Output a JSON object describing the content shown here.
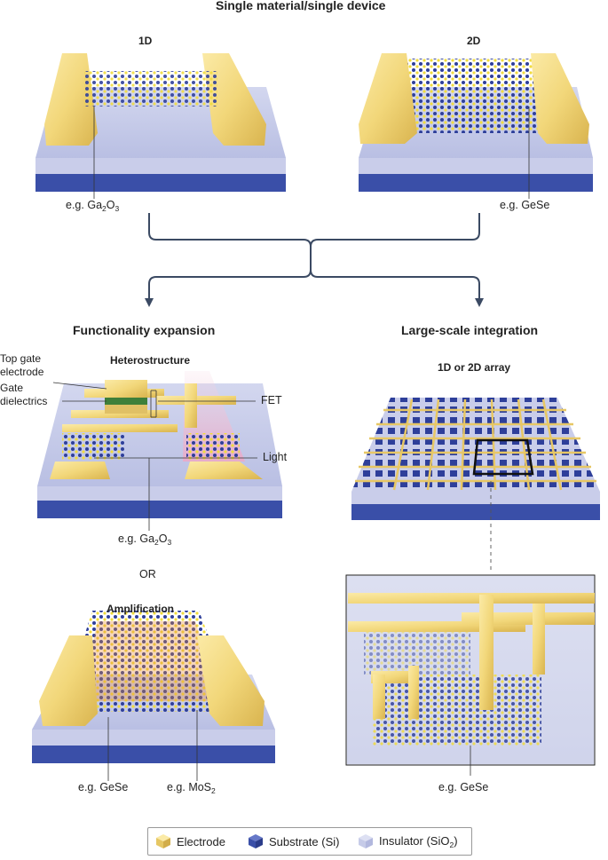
{
  "titles": {
    "top": "Single material/single device",
    "one_d": "1D",
    "two_d": "2D",
    "functionality": "Functionality expansion",
    "large_scale": "Large-scale integration",
    "heterostructure": "Heterostructure",
    "array": "1D or 2D array",
    "or": "OR",
    "amplification": "Amplification"
  },
  "labels": {
    "eg": "e.g.",
    "ga2o3_a": "Ga",
    "ga2o3_b": "2",
    "ga2o3_c": "O",
    "ga2o3_d": "3",
    "gese": "e.g. GeSe",
    "mos2_a": "e.g. MoS",
    "mos2_b": "2",
    "top_gate_1": "Top gate",
    "top_gate_2": "electrode",
    "gate_diel_1": "Gate",
    "gate_diel_2": "dielectrics",
    "fet": "FET",
    "light": "Light"
  },
  "legend": {
    "electrode": "Electrode",
    "substrate": "Substrate (Si)",
    "insulator_a": "Insulator (SiO",
    "insulator_b": "2",
    "insulator_c": ")"
  },
  "colors": {
    "electrode": "#f2d77a",
    "substrate": "#3a4fa8",
    "insulator": "#c6cbe8",
    "arrow": "#3b4a63"
  }
}
